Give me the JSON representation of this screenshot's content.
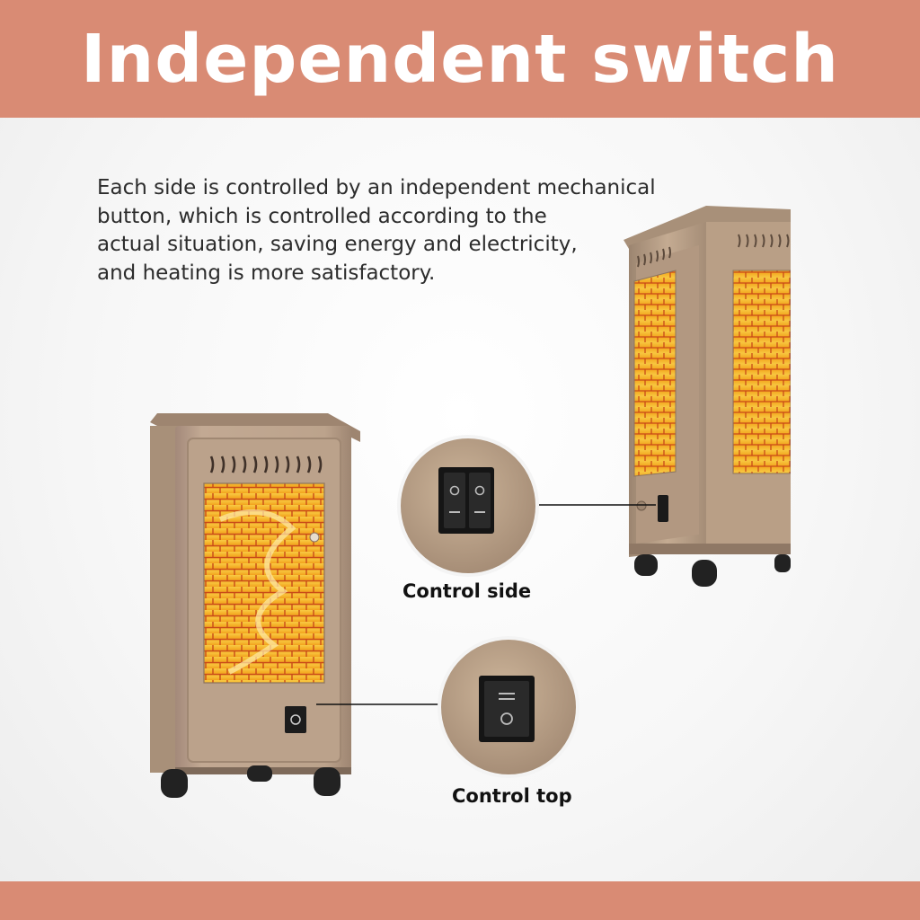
{
  "banner": {
    "title": "Independent switch"
  },
  "description": {
    "lines": [
      "Each side is controlled by an independent mechanical",
      "button, which is controlled according to the",
      "actual situation, saving energy and electricity,",
      "and heating is more satisfactory."
    ]
  },
  "callouts": {
    "side": {
      "label": "Control side",
      "icon": "double-rocker-switch-icon"
    },
    "top": {
      "label": "Control top",
      "icon": "single-rocker-switch-icon"
    }
  },
  "colors": {
    "banner": "#d98b74",
    "heater_body": "#b69b82",
    "heating_glow": "#f5b82a",
    "text": "#2c2c2c"
  }
}
